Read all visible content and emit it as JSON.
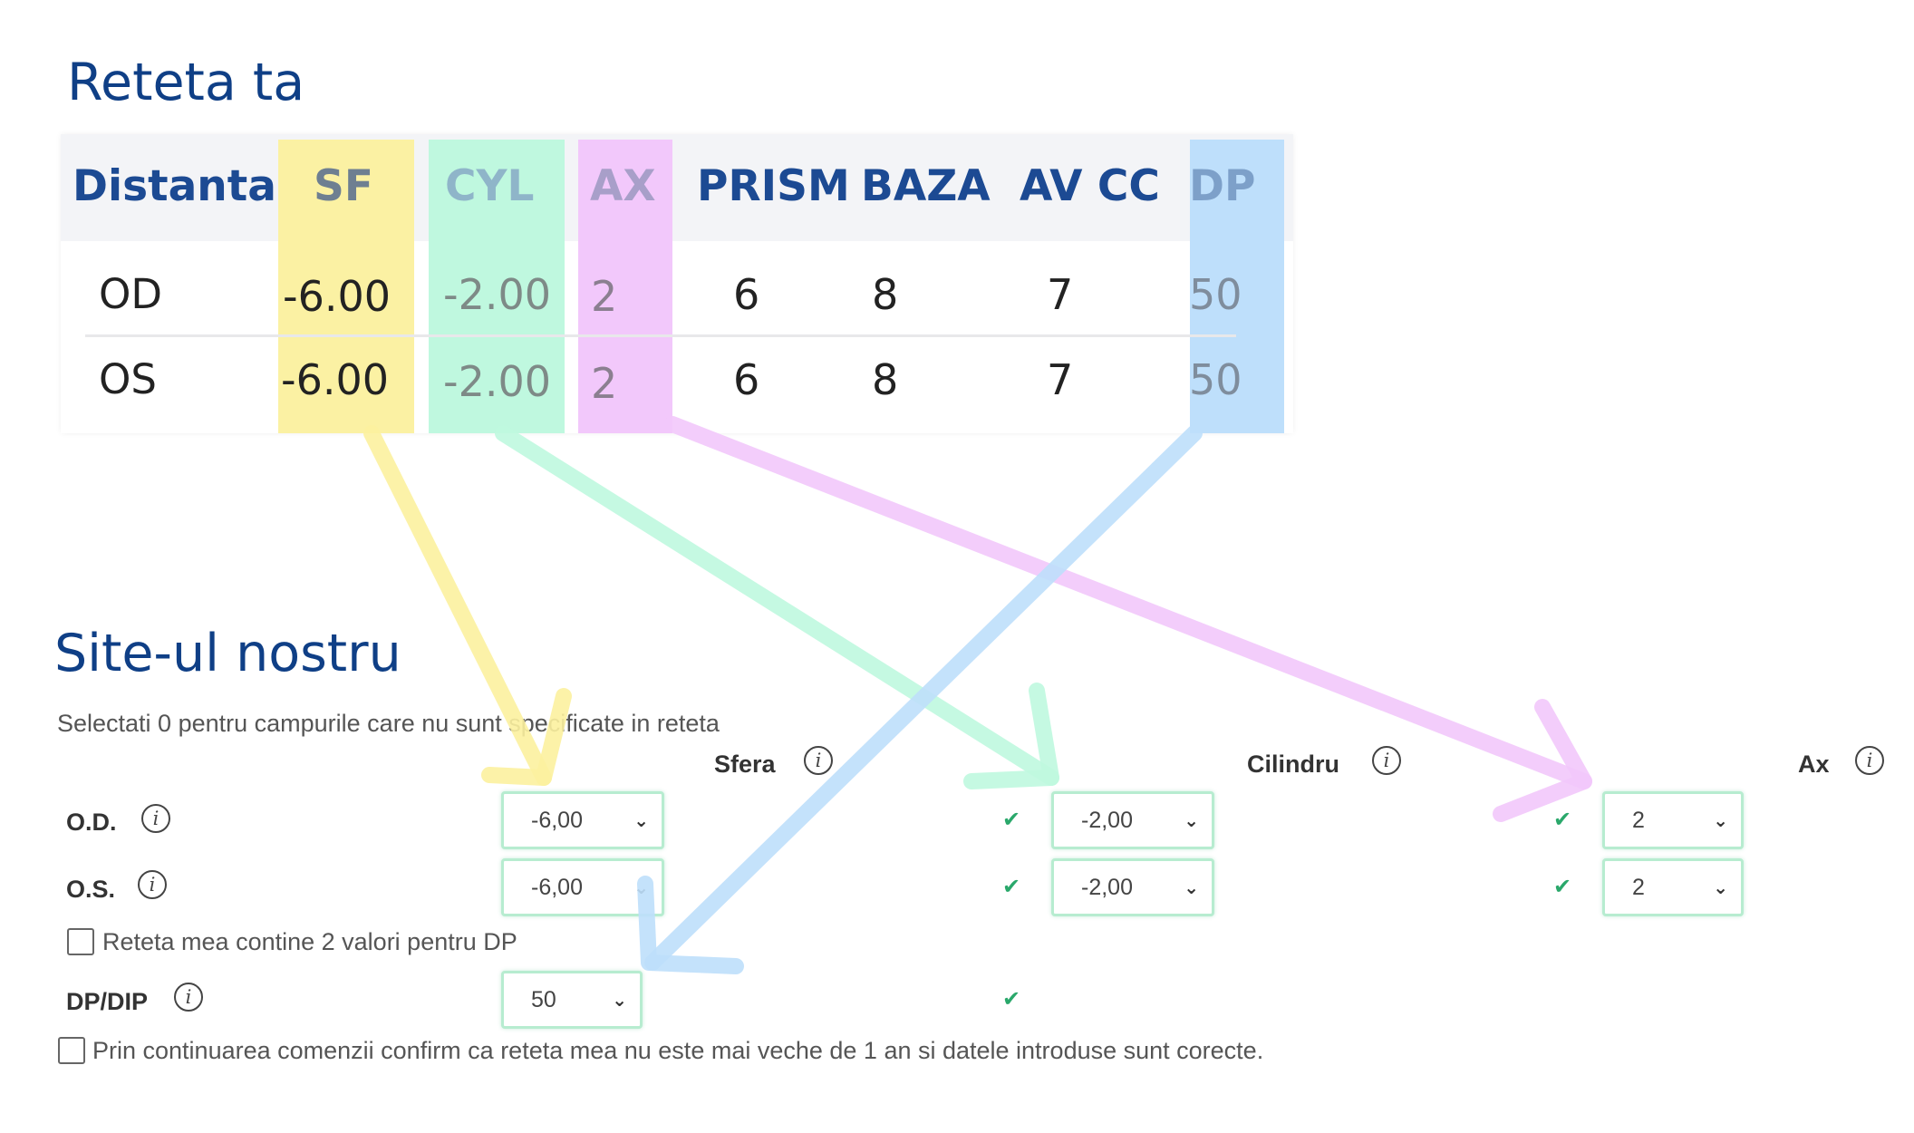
{
  "prescription": {
    "title": "Reteta ta",
    "columns": [
      "Distanta",
      "SF",
      "CYL",
      "AX",
      "PRISM",
      "BAZA",
      "AV CC",
      "DP"
    ],
    "rows": [
      {
        "label": "OD",
        "sf": "-6.00",
        "cyl": "-2.00",
        "ax": "2",
        "prism": "6",
        "baza": "8",
        "avcc": "7",
        "dp": "50"
      },
      {
        "label": "OS",
        "sf": "-6.00",
        "cyl": "-2.00",
        "ax": "2",
        "prism": "6",
        "baza": "8",
        "avcc": "7",
        "dp": "50"
      }
    ]
  },
  "site": {
    "title": "Site-ul nostru",
    "note": "Selectati 0 pentru campurile care nu sunt specificate in reteta",
    "columns": {
      "sfera": "Sfera",
      "cilindru": "Cilindru",
      "ax": "Ax"
    },
    "rows": [
      {
        "label": "O.D.",
        "sfera": "-6,00",
        "cilindru": "-2,00",
        "ax": "2"
      },
      {
        "label": "O.S.",
        "sfera": "-6,00",
        "cilindru": "-2,00",
        "ax": "2"
      }
    ],
    "dp_checkbox": "Reteta mea contine 2 valori pentru DP",
    "dp_label": "DP/DIP",
    "dp_value": "50",
    "confirm_checkbox": "Prin continuarea comenzii confirm ca reteta mea nu este mai veche de 1 an si datele introduse sunt corecte.",
    "check_mark": "✔",
    "info_glyph": "i",
    "chevron": "⌄"
  },
  "highlight_colors": {
    "sf": "#fbf1a3",
    "cyl": "#bff8df",
    "ax": "#f2c8fb",
    "dp": "#bedffb"
  },
  "icons": [
    "info-icon",
    "checkmark-icon",
    "chevron-down-icon",
    "checkbox-icon",
    "arrow-icon"
  ]
}
